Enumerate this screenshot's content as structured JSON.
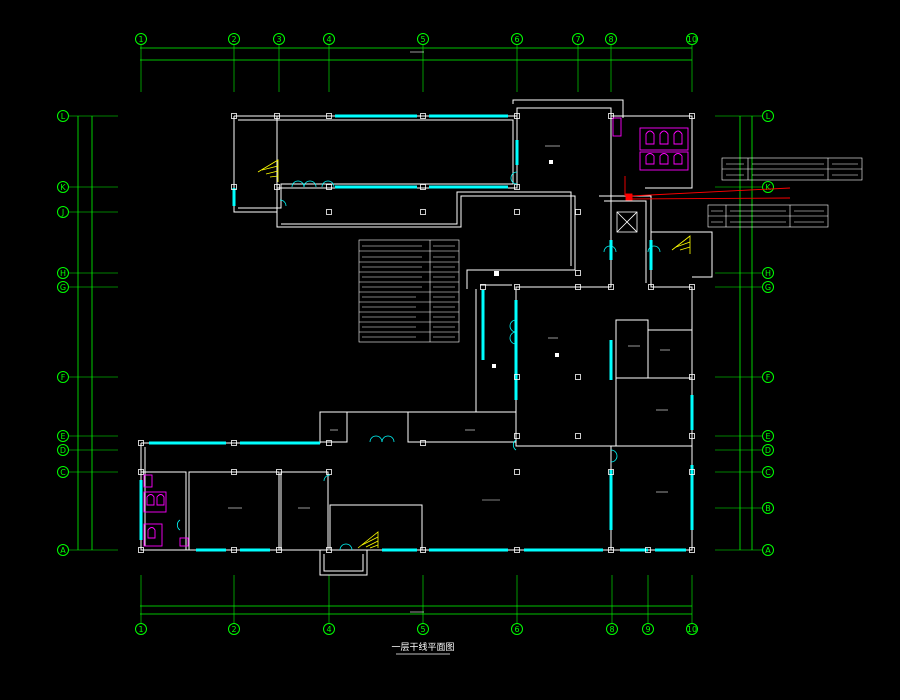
{
  "drawing": {
    "title": "一层干线平面图",
    "colors": {
      "background": "#000000",
      "axis": "#00ff00",
      "wall": "#ffffff",
      "window": "#00ffff",
      "fixture": "#ff00ff",
      "stair": "#ffff00",
      "cable": "#ff0000"
    },
    "top_axes": [
      "1",
      "2",
      "3",
      "4",
      "5",
      "6",
      "7",
      "8",
      "10"
    ],
    "bottom_axes": [
      "1",
      "2",
      "4",
      "5",
      "6",
      "8",
      "9",
      "10"
    ],
    "left_axes": [
      "L",
      "K",
      "J",
      "H",
      "G",
      "F",
      "E",
      "D",
      "C",
      "A"
    ],
    "right_axes": [
      "L",
      "K",
      "H",
      "G",
      "F",
      "E",
      "D",
      "C",
      "B",
      "A"
    ]
  }
}
